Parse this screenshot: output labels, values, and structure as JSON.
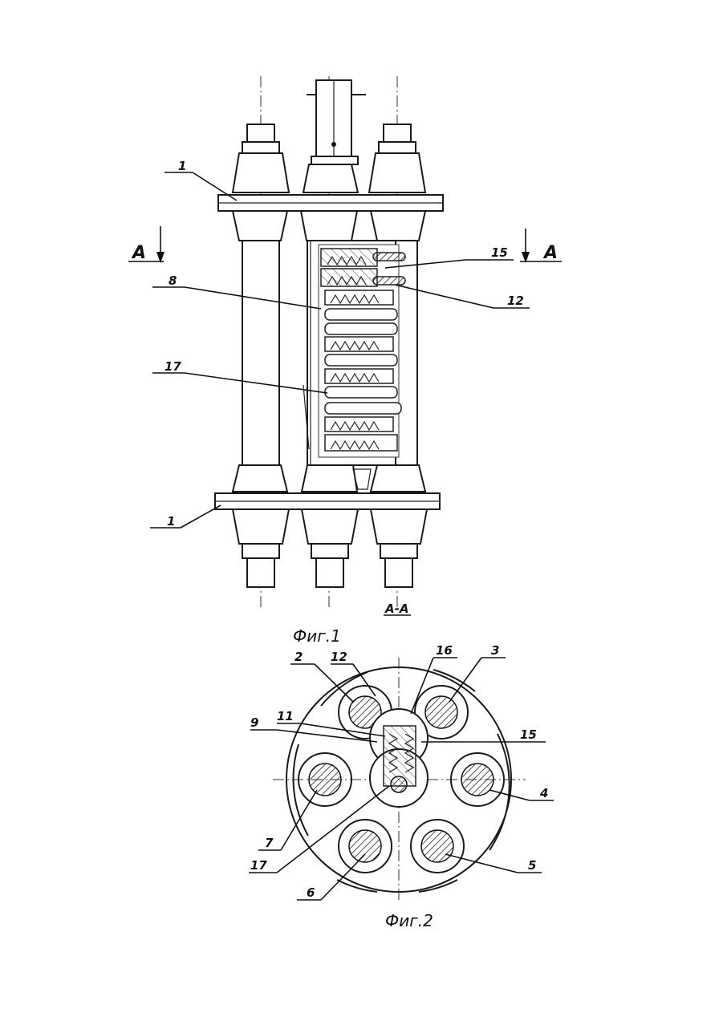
{
  "figure1": {
    "caption": "Фиг.1",
    "section_mark": "А-А",
    "section_letter_left": "А",
    "section_letter_right": "А",
    "labels": {
      "l1_top": "1",
      "l1_bottom": "1",
      "l8": "8",
      "l17": "17",
      "l15": "15",
      "l12": "12"
    }
  },
  "figure2": {
    "caption": "Фиг.2",
    "labels": {
      "l2": "2",
      "l12": "12",
      "l16": "16",
      "l3": "3",
      "l9": "9",
      "l11": "11",
      "l15": "15",
      "l4": "4",
      "l7": "7",
      "l17": "17",
      "l6": "6",
      "l5": "5"
    }
  }
}
